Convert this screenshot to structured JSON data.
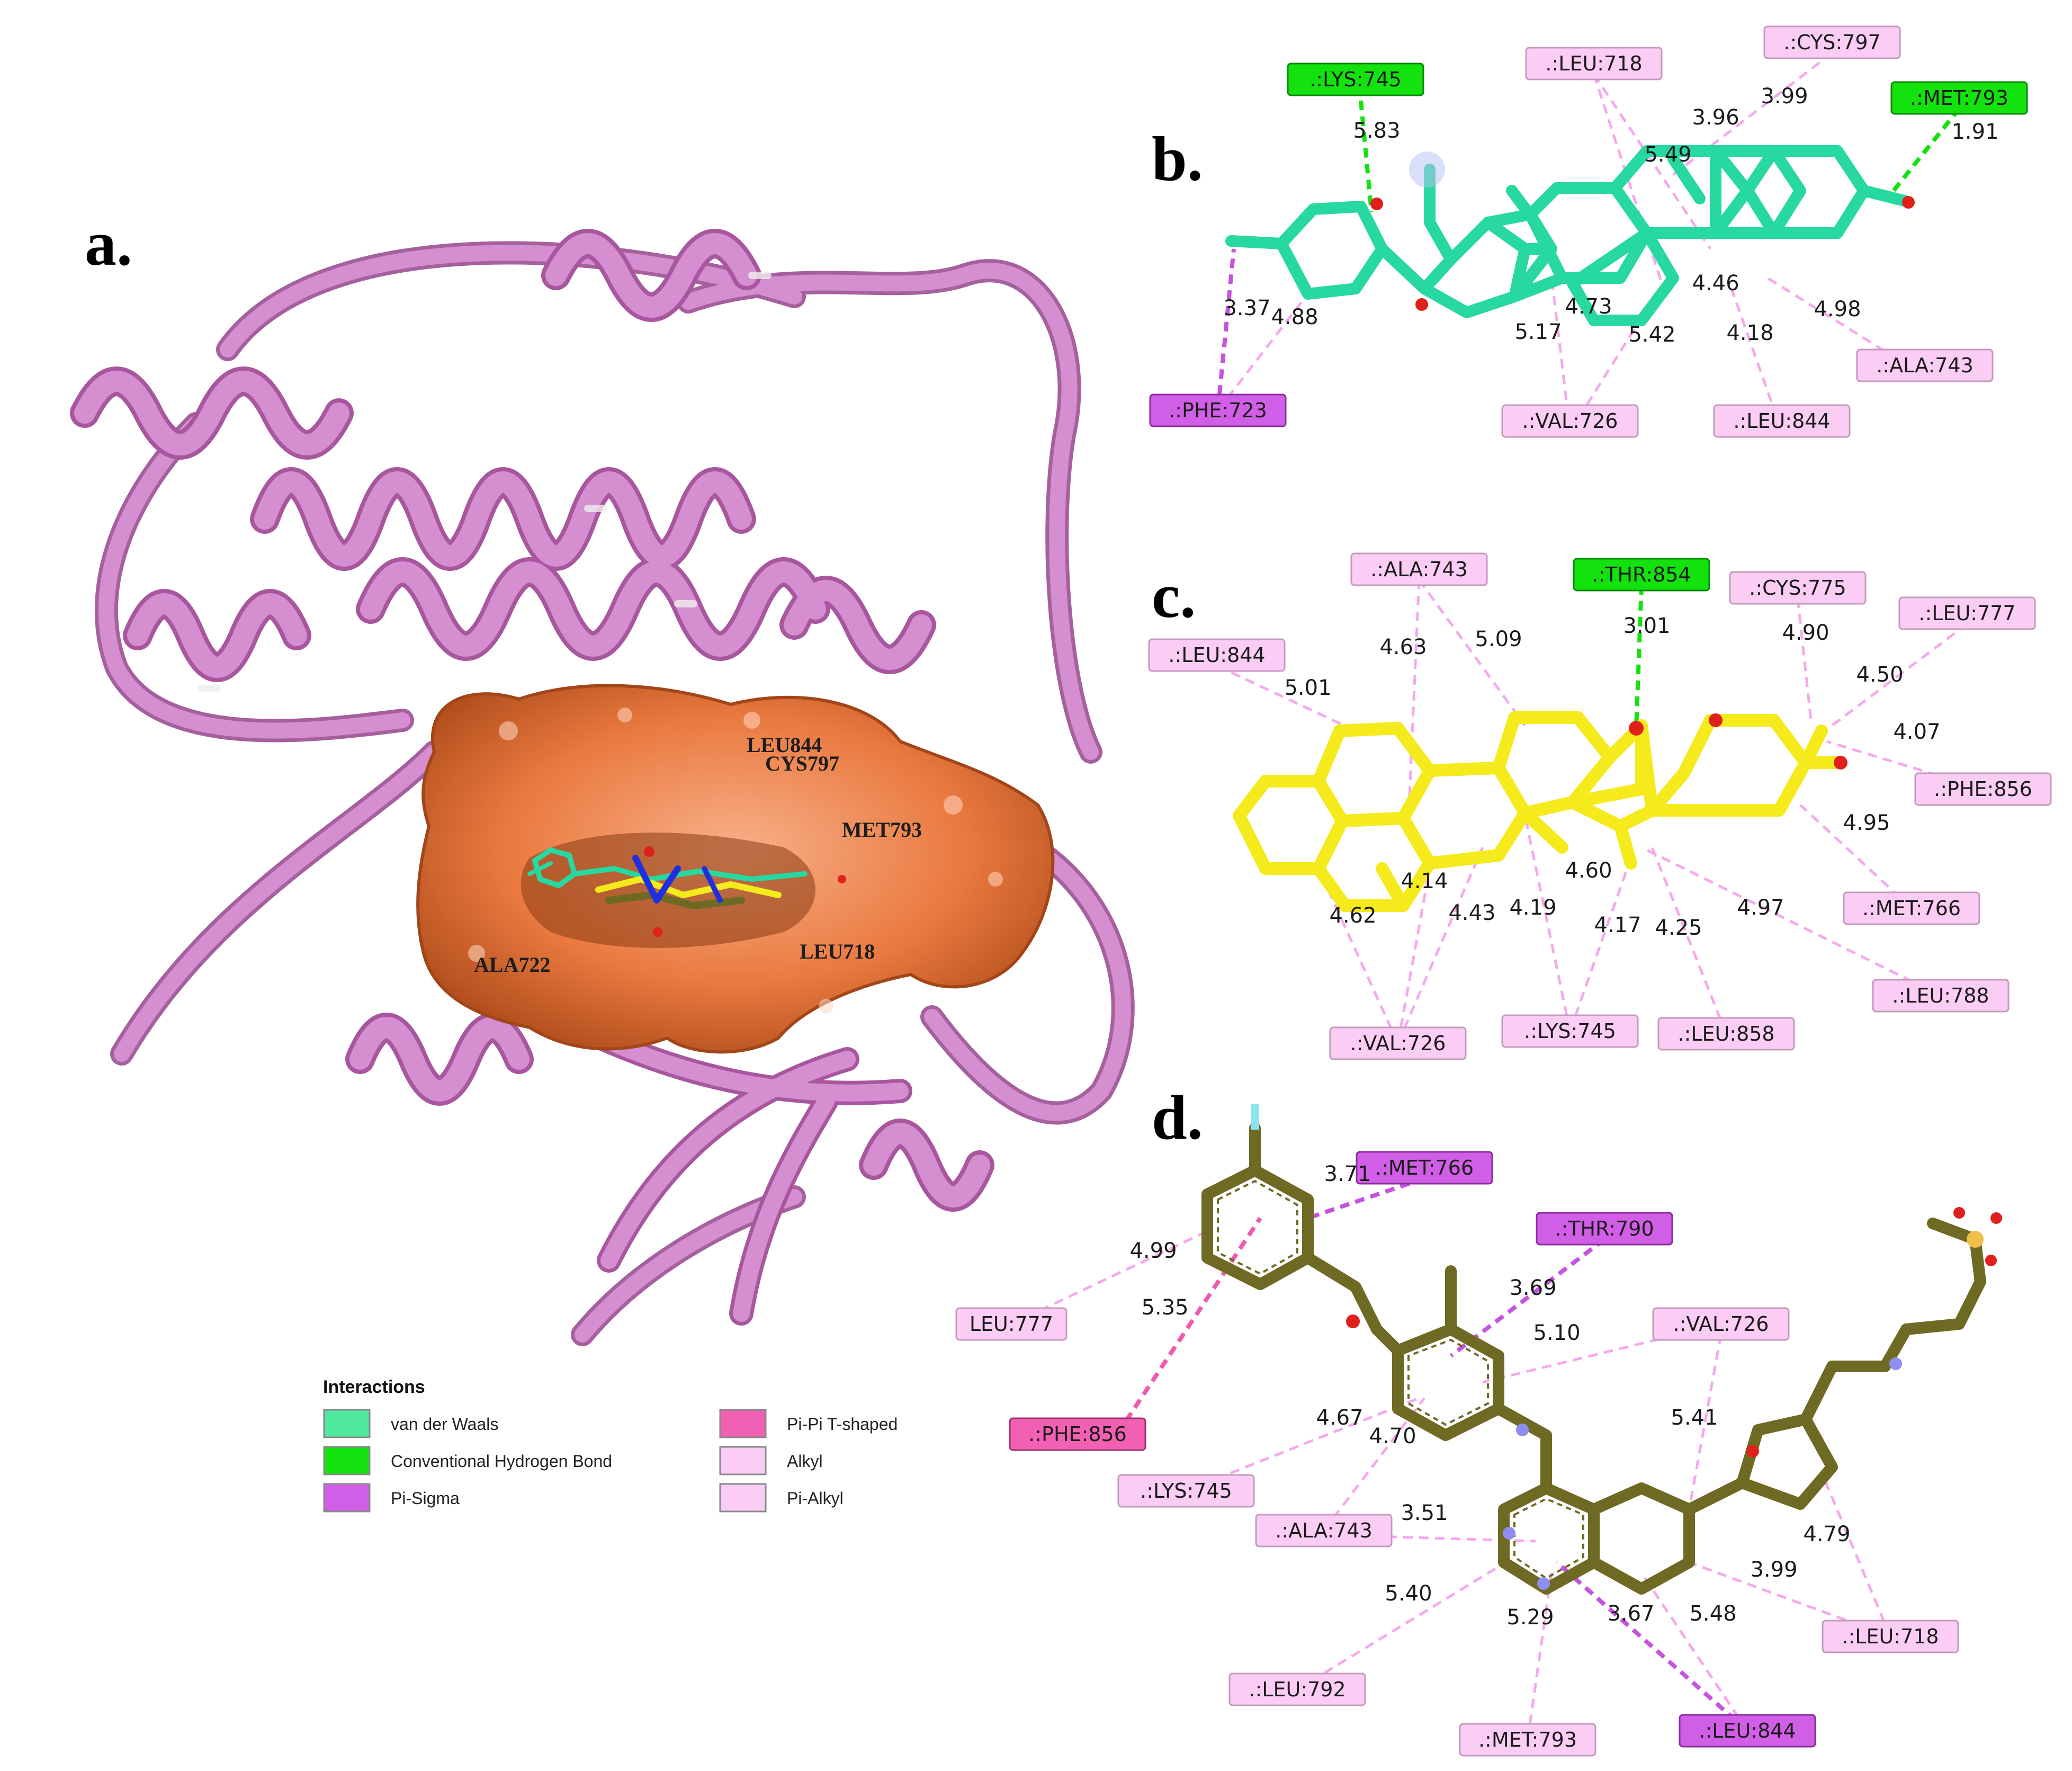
{
  "panels": {
    "a": {
      "letter": "a.",
      "labels": [
        "LEU844",
        "CYS797",
        "MET793",
        "ALA722",
        "LEU718"
      ],
      "colors": {
        "ribbon": "#d58fd0",
        "ribbon_dark": "#a8579f",
        "pocket": "#ea7a40",
        "pocket_dark": "#b24e1c"
      }
    },
    "b": {
      "letter": "b.",
      "ligand_color": "#27d8a0",
      "residues": [
        {
          "text": ".:LYS:745",
          "type": "hbond"
        },
        {
          "text": ".:LEU:718",
          "type": "alkyl"
        },
        {
          "text": ".:CYS:797",
          "type": "alkyl"
        },
        {
          "text": ".:MET:793",
          "type": "hbond"
        },
        {
          "text": ".:ALA:743",
          "type": "alkyl"
        },
        {
          "text": ".:LEU:844",
          "type": "alkyl"
        },
        {
          "text": ".:VAL:726",
          "type": "alkyl"
        },
        {
          "text": ".:PHE:723",
          "type": "pisigma"
        }
      ],
      "distances": [
        "5.83",
        "3.96",
        "3.99",
        "5.49",
        "1.91",
        "3.37",
        "4.88",
        "4.73",
        "5.17",
        "5.42",
        "4.46",
        "4.18",
        "4.98"
      ]
    },
    "c": {
      "letter": "c.",
      "ligand_color": "#f4ea1c",
      "residues": [
        {
          "text": ".:ALA:743",
          "type": "alkyl"
        },
        {
          "text": ".:THR:854",
          "type": "hbond"
        },
        {
          "text": ".:CYS:775",
          "type": "alkyl"
        },
        {
          "text": ".:LEU:777",
          "type": "alkyl"
        },
        {
          "text": ".:LEU:844",
          "type": "alkyl"
        },
        {
          "text": ".:PHE:856",
          "type": "alkyl"
        },
        {
          "text": ".:MET:766",
          "type": "alkyl"
        },
        {
          "text": ".:LEU:788",
          "type": "alkyl"
        },
        {
          "text": ".:VAL:726",
          "type": "alkyl"
        },
        {
          "text": ".:LYS:745",
          "type": "alkyl"
        },
        {
          "text": ".:LEU:858",
          "type": "alkyl"
        }
      ],
      "distances": [
        "4.63",
        "5.09",
        "3.01",
        "4.90",
        "4.50",
        "5.01",
        "4.07",
        "4.95",
        "4.60",
        "4.14",
        "4.62",
        "4.43",
        "4.19",
        "4.17",
        "4.25",
        "4.97"
      ]
    },
    "d": {
      "letter": "d.",
      "ligand_color": "#6f6a23",
      "residues": [
        {
          "text": ".:MET:766",
          "type": "pisigma"
        },
        {
          "text": ".:THR:790",
          "type": "pisigma"
        },
        {
          "text": "LEU:777",
          "type": "alkyl"
        },
        {
          "text": ".:VAL:726",
          "type": "alkyl"
        },
        {
          "text": ".:PHE:856",
          "type": "pipi"
        },
        {
          "text": ".:LYS:745",
          "type": "alkyl"
        },
        {
          "text": ".:ALA:743",
          "type": "alkyl"
        },
        {
          "text": ".:LEU:718",
          "type": "alkyl"
        },
        {
          "text": ".:LEU:792",
          "type": "alkyl"
        },
        {
          "text": ".:MET:793",
          "type": "alkyl"
        },
        {
          "text": ".:LEU:844",
          "type": "pisigma"
        }
      ],
      "distances": [
        "3.71",
        "4.99",
        "3.69",
        "5.35",
        "5.10",
        "4.67",
        "4.70",
        "5.41",
        "3.51",
        "4.79",
        "3.99",
        "5.40",
        "5.29",
        "3.67",
        "5.48"
      ]
    }
  },
  "legend": {
    "title": "Interactions",
    "items": [
      {
        "label": "van der Waals",
        "color": "#4fe89c"
      },
      {
        "label": "Conventional Hydrogen Bond",
        "color": "#14e20f"
      },
      {
        "label": "Pi-Sigma",
        "color": "#d15ee6"
      },
      {
        "label": "Pi-Pi T-shaped",
        "color": "#f260b4"
      },
      {
        "label": "Alkyl",
        "color": "#fbcdf4"
      },
      {
        "label": "Pi-Alkyl",
        "color": "#fbcdf4"
      }
    ]
  },
  "type_styles": {
    "hbond": {
      "fill": "#14e20f",
      "stroke": "#0a8a08",
      "line": "#14e20f"
    },
    "alkyl": {
      "fill": "#fbcdf4",
      "stroke": "#c49abc",
      "line": "#f5a9ec"
    },
    "pisigma": {
      "fill": "#d15ee6",
      "stroke": "#8a2d9b",
      "line": "#c653e0"
    },
    "pipi": {
      "fill": "#f260b4",
      "stroke": "#a3306f",
      "line": "#ee5aae"
    }
  }
}
